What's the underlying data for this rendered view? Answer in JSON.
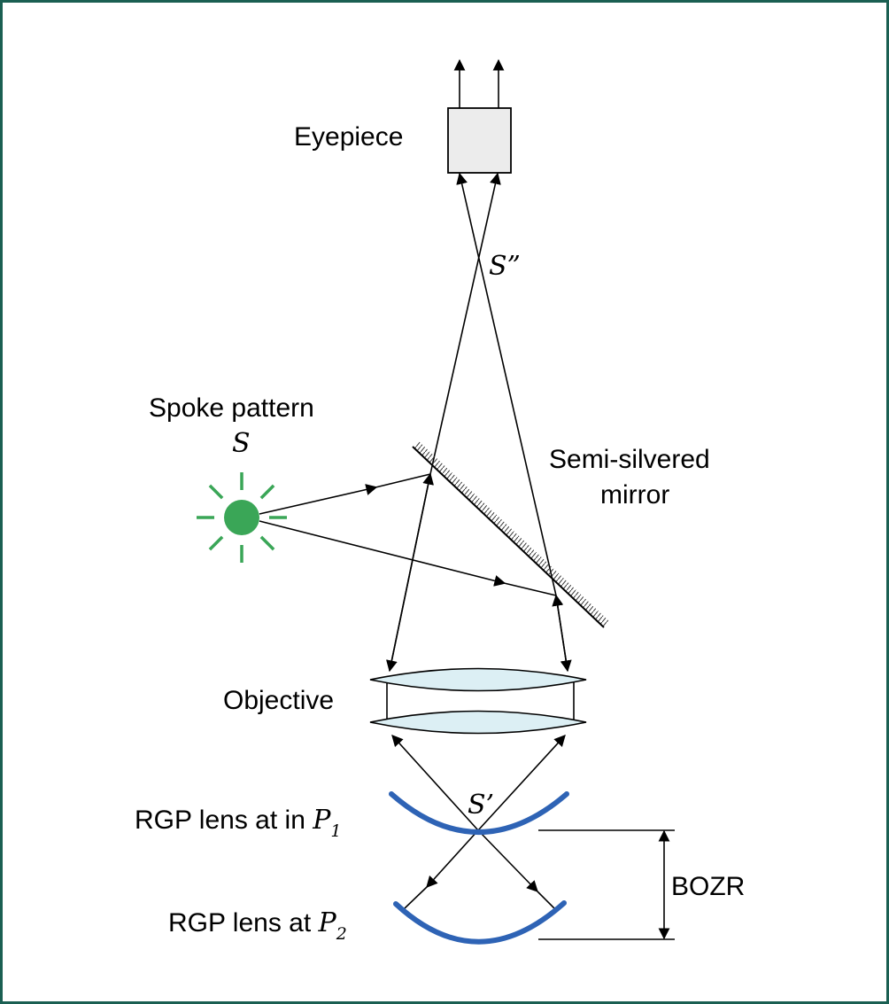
{
  "colors": {
    "border": "#1b5f52",
    "source": "#3aa657",
    "lens": "#2e63b5",
    "objective_fill": "#dceff4",
    "eyepiece_fill": "#ececec"
  },
  "labels": {
    "eyepiece": "Eyepiece",
    "spoke_pattern": "Spoke pattern",
    "source_symbol": "S",
    "image_top": "S”",
    "semi_line1": "Semi-silvered",
    "semi_line2": "mirror",
    "objective": "Objective",
    "image_mid": "S’",
    "rgp1_text": "RGP lens at in ",
    "rgp1_var": "P",
    "rgp1_sub": "1",
    "rgp2_text": "RGP lens at ",
    "rgp2_var": "P",
    "rgp2_sub": "2",
    "bozr": "BOZR"
  },
  "icons": {
    "source": "sun-burst-icon",
    "eyepiece": "box-icon"
  }
}
